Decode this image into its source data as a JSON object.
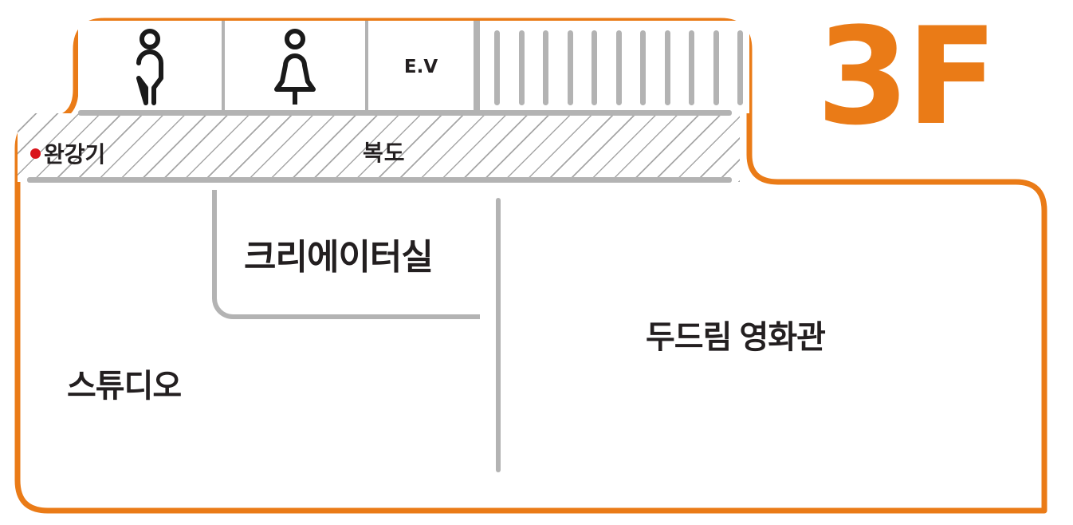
{
  "floor": {
    "label": "3F",
    "accent_color": "#ea7b17",
    "wall_color": "#b3b3b3",
    "text_color": "#231f20",
    "marker_color": "#d9141b"
  },
  "top_row": {
    "cells": [
      {
        "id": "male-restroom",
        "icon": "male-restroom-icon",
        "label": ""
      },
      {
        "id": "female-restroom",
        "icon": "female-restroom-icon",
        "label": ""
      },
      {
        "id": "elevator",
        "icon": "elevator-text",
        "label": "E.V"
      },
      {
        "id": "stairs",
        "icon": "stairs-icon",
        "label": "",
        "tread_count": 11
      }
    ]
  },
  "corridor": {
    "label": "복도",
    "hatch": "diagonal"
  },
  "escape_device": {
    "label": "완강기",
    "marker": "red-dot"
  },
  "rooms": [
    {
      "id": "creator-room",
      "label": "크리에이터실"
    },
    {
      "id": "studio",
      "label": "스튜디오"
    },
    {
      "id": "cinema",
      "label": "두드림 영화관"
    }
  ]
}
